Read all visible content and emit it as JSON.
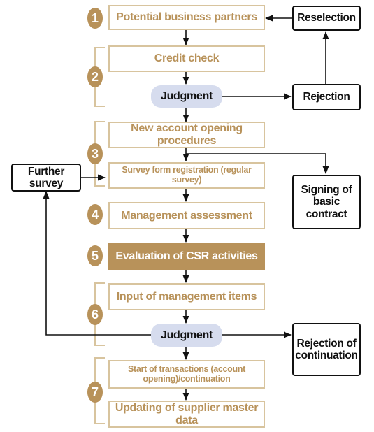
{
  "steps": [
    {
      "number": "1",
      "boxes": [
        "Potential business partners"
      ]
    },
    {
      "number": "2",
      "boxes": [
        "Credit check"
      ]
    },
    {
      "number": "3",
      "boxes": [
        "New account opening procedures",
        "Survey form registration (regular survey)"
      ]
    },
    {
      "number": "4",
      "boxes": [
        "Management assessment"
      ]
    },
    {
      "number": "5",
      "boxes": [
        "Evaluation of CSR activities"
      ]
    },
    {
      "number": "6",
      "boxes": [
        "Input of management items"
      ]
    },
    {
      "number": "7",
      "boxes": [
        "Start of transactions (account opening)/continuation",
        "Updating of supplier master data"
      ]
    }
  ],
  "judgments": [
    "Judgment",
    "Judgment"
  ],
  "outcomes": {
    "reselection": "Reselection",
    "rejection": "Rejection",
    "further_survey": "Further survey",
    "signing": [
      "Signing of",
      "basic contract"
    ],
    "rejection_continuation": [
      "Rejection of",
      "continuation"
    ]
  },
  "colors": {
    "accent": "#b8925a",
    "step_border": "#d8c49e",
    "judgment_fill": "#d6dcee",
    "outcome_border": "#111111"
  }
}
